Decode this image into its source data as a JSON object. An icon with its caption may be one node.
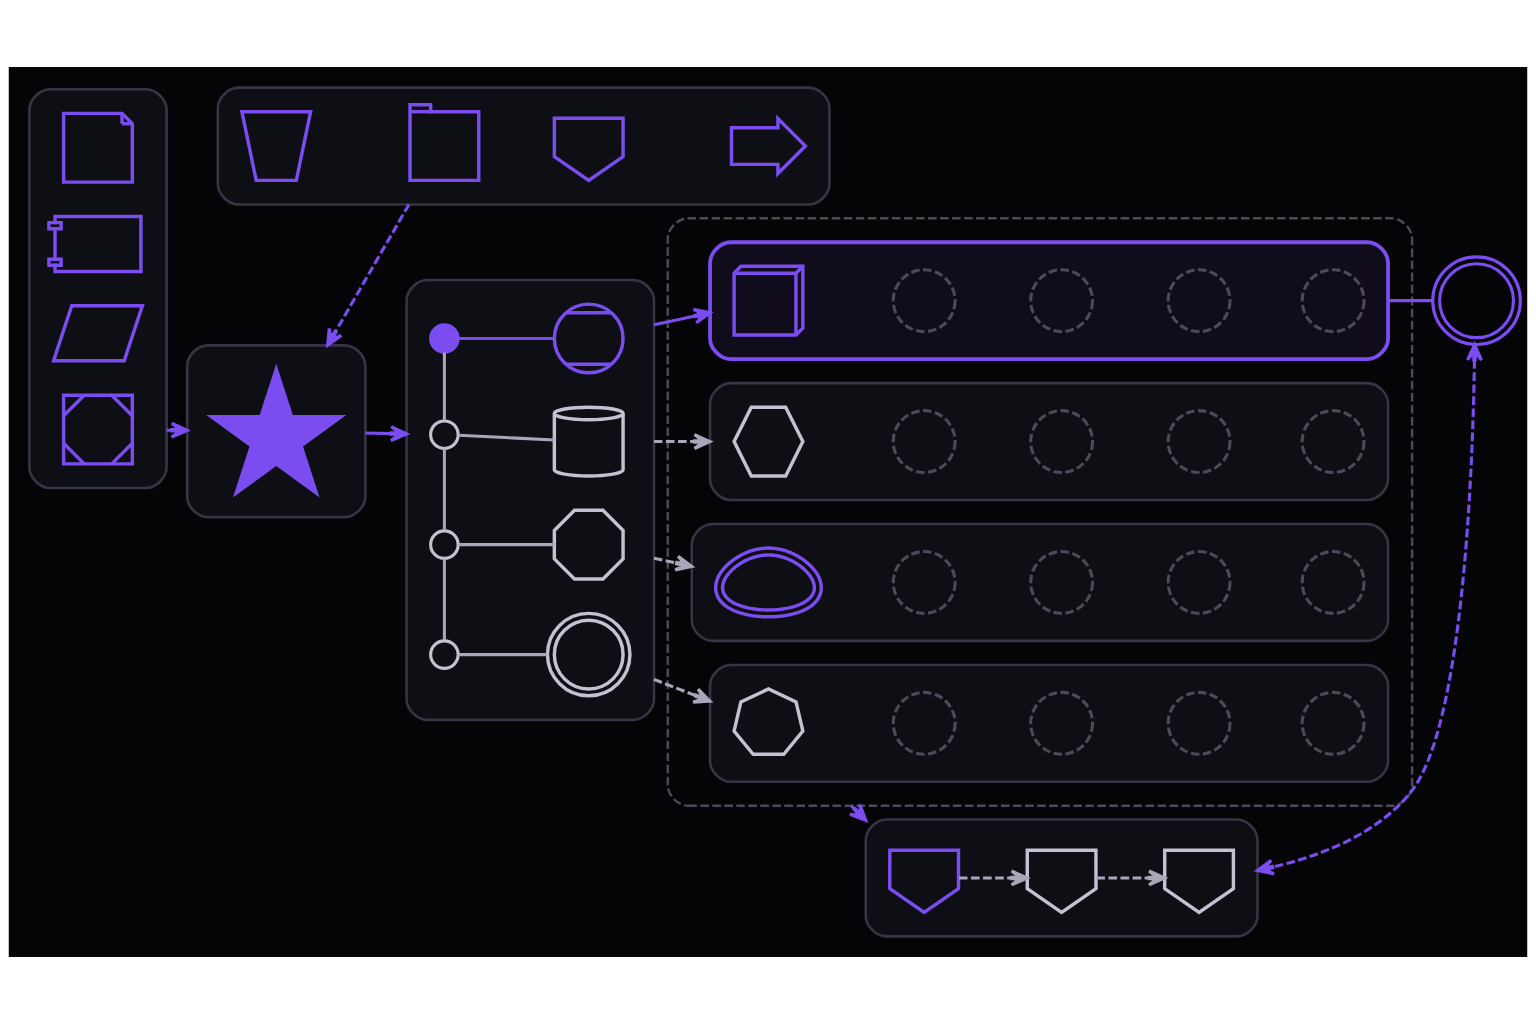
{
  "diagram": {
    "nodes": [
      {
        "text": [],
        "shape": "box"
      },
      {
        "text": [],
        "shape": "picture",
        "in": 0
      },
      {
        "text": [],
        "shape": "picture",
        "in": 0
      },
      {
        "text": [],
        "shape": "picture",
        "in": 0
      },
      {
        "text": [],
        "shape": "picture",
        "in": 0
      },
      {
        "text": [],
        "shape": "box"
      },
      {
        "text": [],
        "shape": "picture",
        "in": 5
      },
      {
        "text": [],
        "shape": "box"
      },
      {
        "text": [],
        "shape": "picture",
        "in": 7
      },
      {
        "text": [],
        "shape": "picture",
        "in": 7
      },
      {
        "text": [],
        "shape": "picture",
        "in": 7
      },
      {
        "text": [],
        "shape": "picture",
        "in": 7
      },
      {
        "text": [],
        "shape": "box"
      },
      {
        "text": [],
        "shape": "circle",
        "in": 12
      },
      {
        "text": [],
        "shape": "picture",
        "in": 12
      },
      {
        "text": [],
        "shape": "circle",
        "in": 12
      },
      {
        "text": [],
        "shape": "picture",
        "in": 12
      },
      {
        "text": [],
        "shape": "circle",
        "in": 12
      },
      {
        "text": [],
        "shape": "picture",
        "in": 12
      },
      {
        "text": [],
        "shape": "circle",
        "in": 12
      },
      {
        "text": [],
        "shape": "picture",
        "in": 12
      },
      {
        "text": [],
        "shape": "box"
      },
      {
        "text": [],
        "shape": "box",
        "in": 21
      },
      {
        "text": [],
        "shape": "picture",
        "in": 22
      },
      {
        "text": [],
        "shape": "circle",
        "in": 22
      },
      {
        "text": [],
        "shape": "circle",
        "in": 22
      },
      {
        "text": [],
        "shape": "circle",
        "in": 22
      },
      {
        "text": [],
        "shape": "circle",
        "in": 22
      },
      {
        "text": [],
        "shape": "box",
        "in": 21
      },
      {
        "text": [],
        "shape": "picture",
        "in": 28
      },
      {
        "text": [],
        "shape": "circle",
        "in": 28
      },
      {
        "text": [],
        "shape": "circle",
        "in": 28
      },
      {
        "text": [],
        "shape": "circle",
        "in": 28
      },
      {
        "text": [],
        "shape": "circle",
        "in": 28
      },
      {
        "text": [],
        "shape": "box",
        "in": 21
      },
      {
        "text": [],
        "shape": "picture",
        "in": 34
      },
      {
        "text": [],
        "shape": "circle",
        "in": 34
      },
      {
        "text": [],
        "shape": "circle",
        "in": 34
      },
      {
        "text": [],
        "shape": "circle",
        "in": 34
      },
      {
        "text": [],
        "shape": "circle",
        "in": 34
      },
      {
        "text": [],
        "shape": "box",
        "in": 21
      },
      {
        "text": [],
        "shape": "picture",
        "in": 40
      },
      {
        "text": [],
        "shape": "circle",
        "in": 40
      },
      {
        "text": [],
        "shape": "circle",
        "in": 40
      },
      {
        "text": [],
        "shape": "circle",
        "in": 40
      },
      {
        "text": [],
        "shape": "circle",
        "in": 40
      },
      {
        "text": [],
        "shape": "circle"
      },
      {
        "text": [],
        "shape": "box"
      },
      {
        "text": [],
        "shape": "picture",
        "in": 47
      },
      {
        "text": [],
        "shape": "picture",
        "in": 47
      },
      {
        "text": [],
        "shape": "picture",
        "in": 47
      }
    ],
    "edges": [
      {
        "from": 0,
        "to": 5,
        "arrow": "to",
        "color": "#7b4df0"
      },
      {
        "from": 7,
        "to": 5,
        "arrow": "to",
        "style": "dashed",
        "color": "#7b4df0"
      },
      {
        "from": 5,
        "to": 12,
        "arrow": "to",
        "color": "#7b4df0"
      },
      {
        "from": 13,
        "to": 14,
        "arrow": "none",
        "color": "#7b4df0"
      },
      {
        "from": 13,
        "to": 15,
        "arrow": "none"
      },
      {
        "from": 15,
        "to": 16,
        "arrow": "none"
      },
      {
        "from": 15,
        "to": 17,
        "arrow": "none"
      },
      {
        "from": 17,
        "to": 18,
        "arrow": "none"
      },
      {
        "from": 17,
        "to": 19,
        "arrow": "none"
      },
      {
        "from": 19,
        "to": 20,
        "arrow": "none"
      },
      {
        "from": 12,
        "to": 22,
        "arrow": "to",
        "color": "#7b4df0"
      },
      {
        "from": 12,
        "to": 28,
        "arrow": "to",
        "style": "dashed"
      },
      {
        "from": 12,
        "to": 34,
        "arrow": "to",
        "style": "dashed"
      },
      {
        "from": 12,
        "to": 40,
        "arrow": "to",
        "style": "dashed"
      },
      {
        "from": 22,
        "to": 46,
        "arrow": "none",
        "color": "#7b4df0"
      },
      {
        "from": 21,
        "to": 47,
        "arrow": "to",
        "style": "dashed",
        "color": "#7b4df0"
      },
      {
        "from": 46,
        "to": 47,
        "arrow": "both",
        "style": "dashed",
        "color": "#7b4df0"
      },
      {
        "from": 48,
        "to": 49,
        "arrow": "to",
        "style": "dashed"
      },
      {
        "from": 49,
        "to": 50,
        "arrow": "to",
        "style": "dashed"
      }
    ]
  }
}
